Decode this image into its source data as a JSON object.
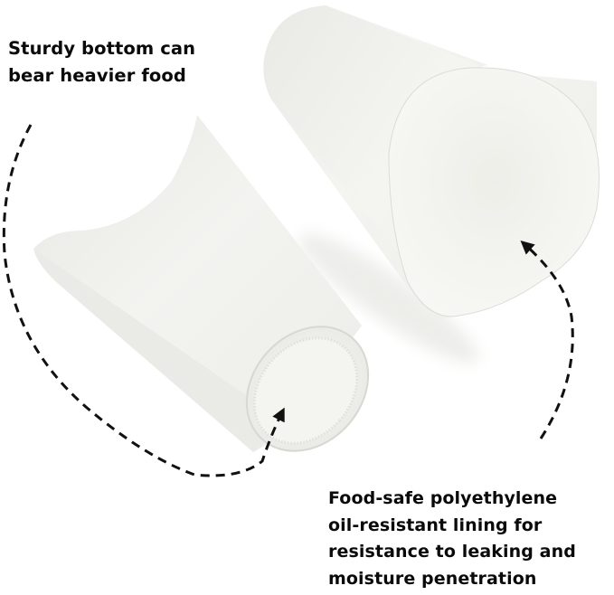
{
  "captions": {
    "top": {
      "lines": [
        "Sturdy bottom can",
        "bear heavier food"
      ]
    },
    "bottom": {
      "lines": [
        "Food-safe polyethylene",
        "oil-resistant lining for",
        "resistance to leaking and",
        "moisture penetration"
      ]
    }
  },
  "objects": {
    "left_cup": "paper-cup-sleeve-bottom-view",
    "right_cup": "paper-cup-sleeve-open-view"
  },
  "icons": {
    "top_arrow": "dashed-curved-arrow-icon",
    "bottom_arrow": "dashed-curved-arrow-icon"
  },
  "colors": {
    "background": "#ffffff",
    "paper": "#f2f2ef",
    "paper_shade": "#e2e2de",
    "text": "#0a0a0a",
    "arrow": "#111111"
  }
}
